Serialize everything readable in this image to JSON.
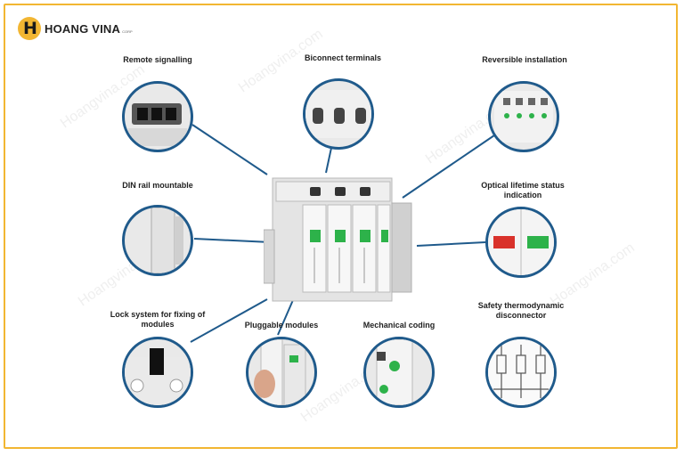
{
  "brand": {
    "name": "HOANG VINA",
    "sub": "CORP",
    "mark": "H"
  },
  "watermark": "Hoangvina.com",
  "colors": {
    "frame": "#f2b632",
    "accent": "#1f5a8b",
    "indicator_green": "#2db24a",
    "indicator_red": "#d9322b"
  },
  "features": {
    "remote_signalling": "Remote signalling",
    "biconnect_terminals": "Biconnect terminals",
    "reversible_installation": "Reversible installation",
    "din_rail_mountable": "DIN rail mountable",
    "optical_lifetime": "Optical lifetime status indication",
    "lock_system": "Lock system for fixing of modules",
    "pluggable_modules": "Pluggable modules",
    "mechanical_coding": "Mechanical coding",
    "safety_disconnector": "Safety thermodynamic disconnector"
  }
}
